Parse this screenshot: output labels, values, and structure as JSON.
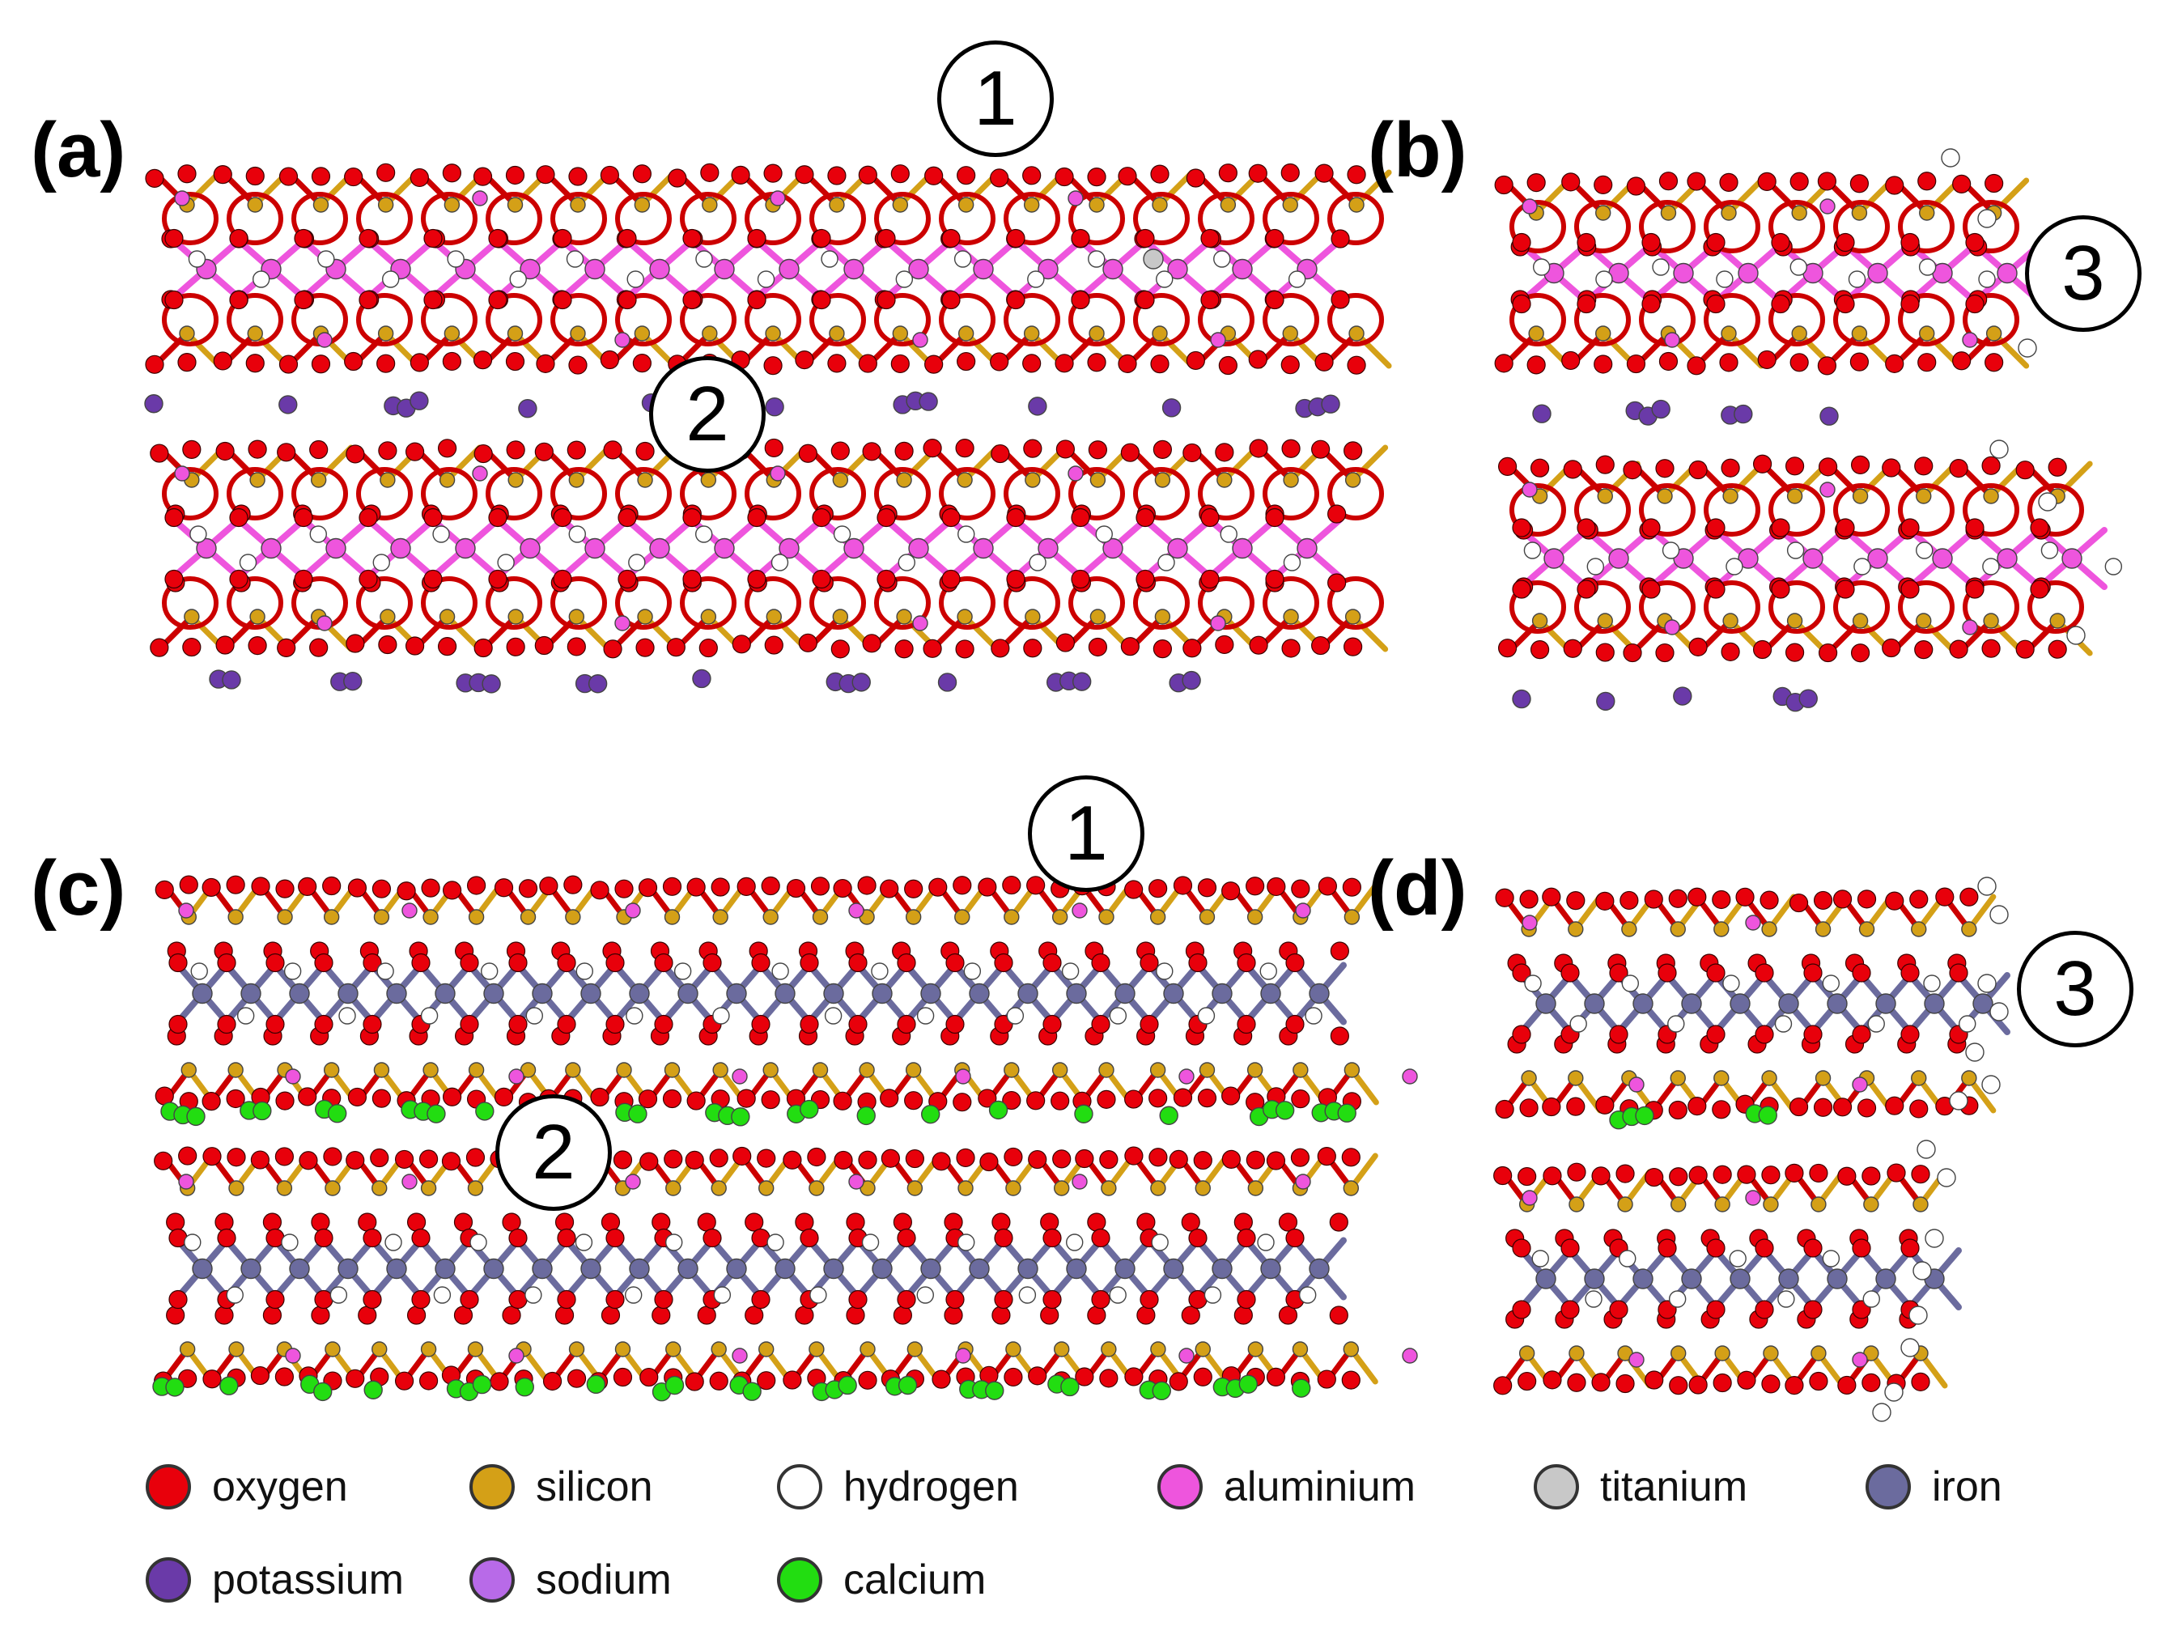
{
  "panels": {
    "a": {
      "label": "(a)"
    },
    "b": {
      "label": "(b)"
    },
    "c": {
      "label": "(c)"
    },
    "d": {
      "label": "(d)"
    }
  },
  "callouts": {
    "a1": "1",
    "a2": "2",
    "b3": "3",
    "c1": "1",
    "c2": "2",
    "d3": "3"
  },
  "colors": {
    "oxygen": "#e8000b",
    "silicon": "#d4a017",
    "hydrogen": "#ffffff",
    "aluminium": "#ee55dd",
    "titanium": "#c8c8c8",
    "iron": "#6b6b9e",
    "potassium": "#6a3aa8",
    "sodium": "#b86ae8",
    "calcium": "#22dd11",
    "bond_oxygen": "#cc0000"
  },
  "legend": [
    {
      "label": "oxygen",
      "color": "#e8000b"
    },
    {
      "label": "silicon",
      "color": "#d4a017"
    },
    {
      "label": "hydrogen",
      "color": "#ffffff"
    },
    {
      "label": "aluminium",
      "color": "#ee55dd"
    },
    {
      "label": "titanium",
      "color": "#c8c8c8"
    },
    {
      "label": "iron",
      "color": "#6b6b9e"
    },
    {
      "label": "potassium",
      "color": "#6a3aa8"
    },
    {
      "label": "sodium",
      "color": "#b86ae8"
    },
    {
      "label": "calcium",
      "color": "#22dd11"
    }
  ]
}
